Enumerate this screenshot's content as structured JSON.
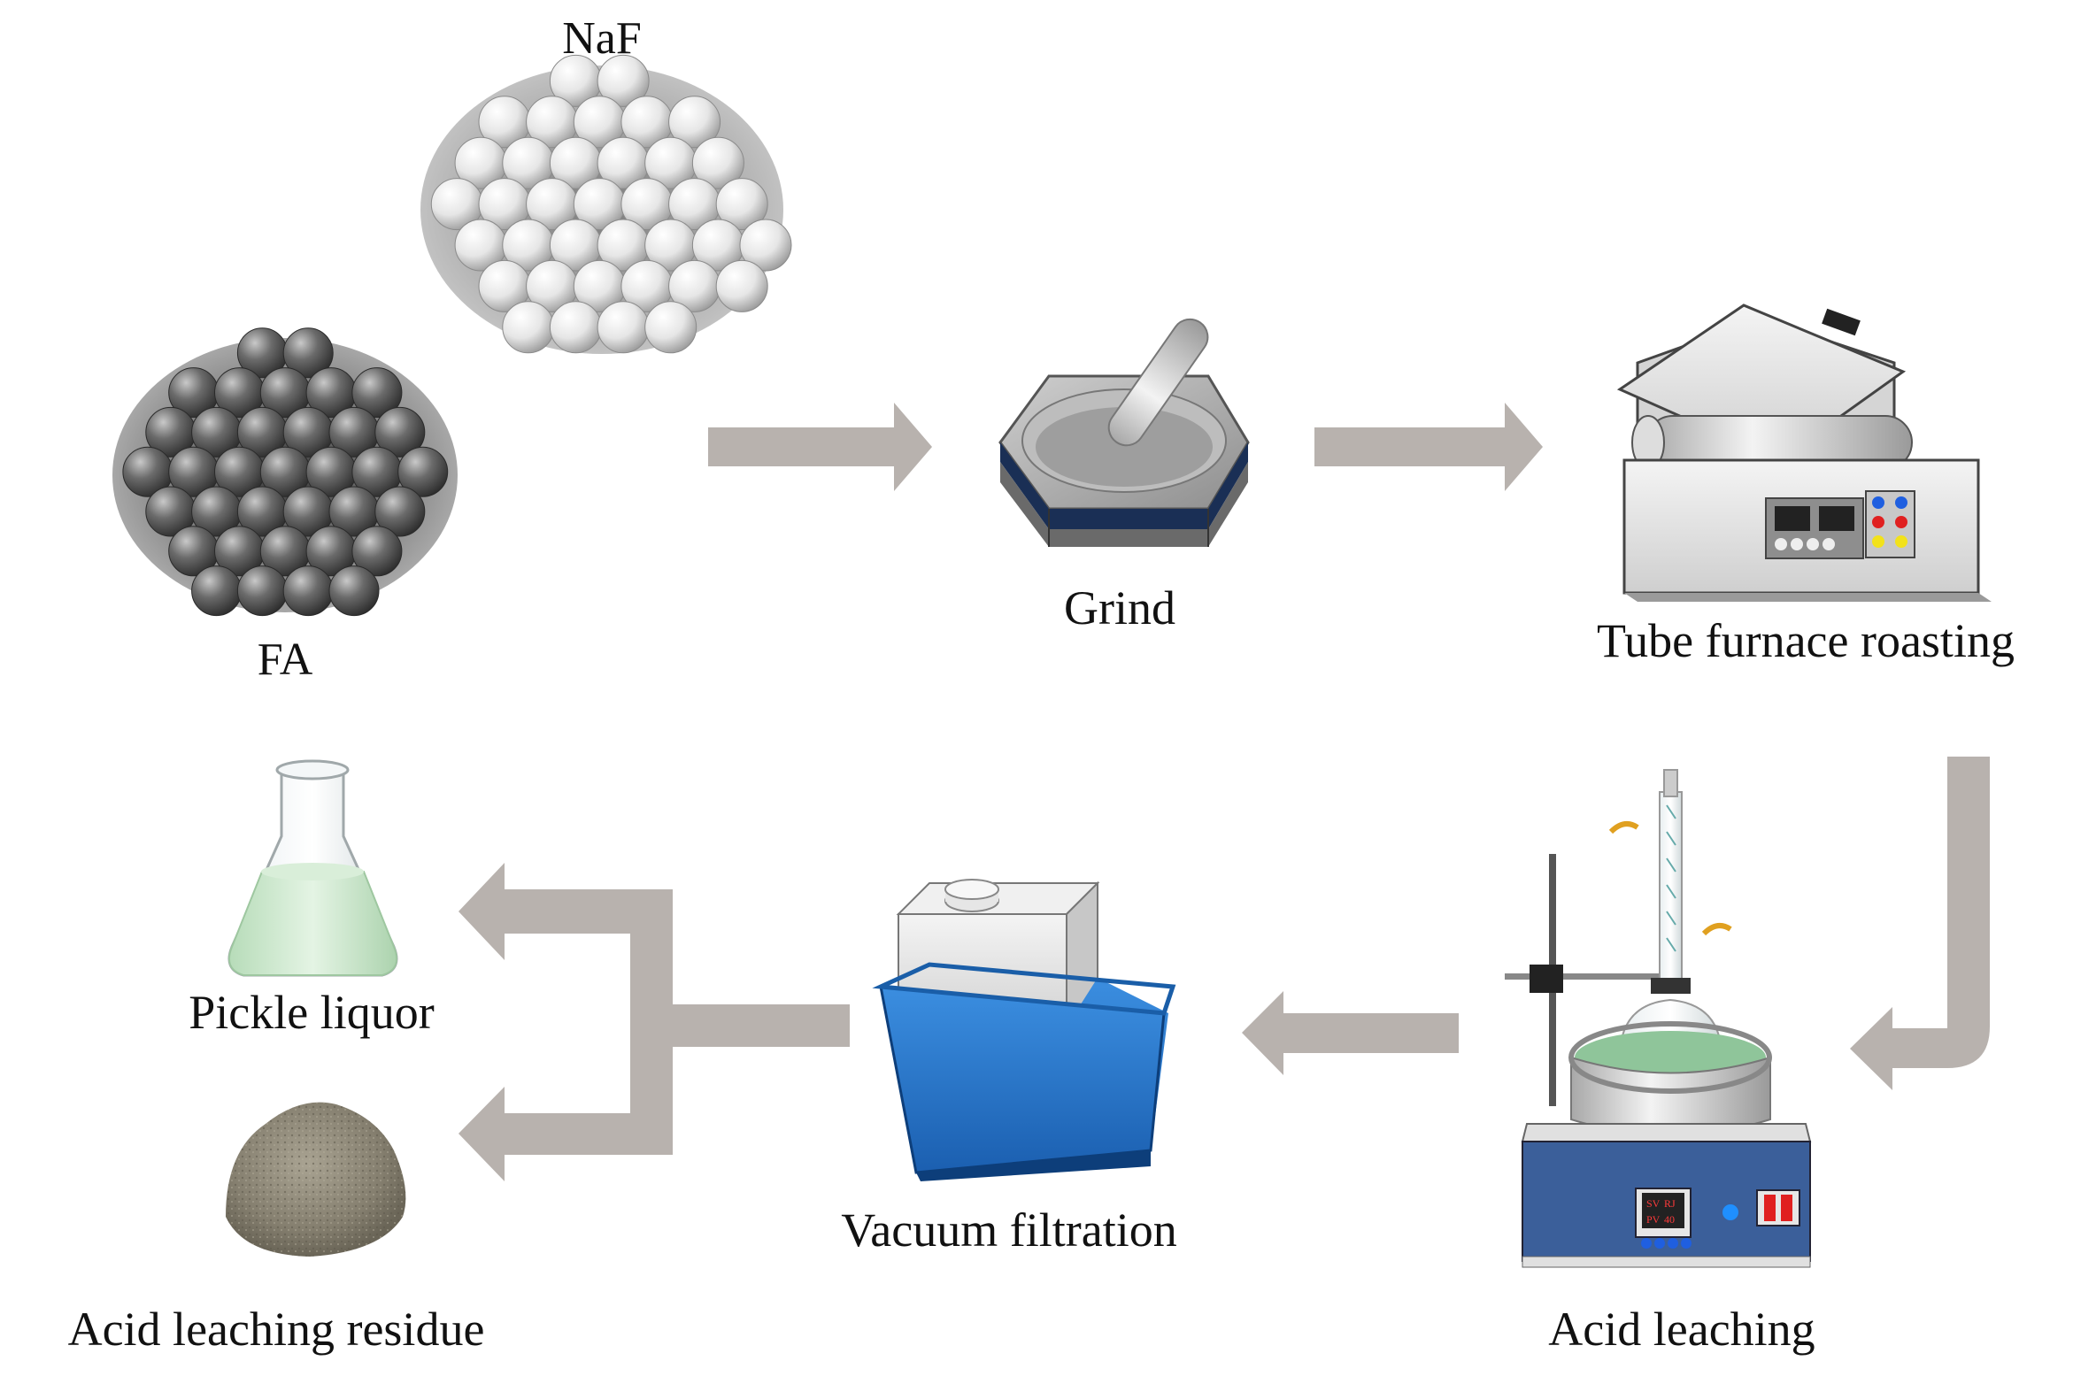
{
  "labels": {
    "naf": "NaF",
    "fa": "FA",
    "grind": "Grind",
    "tube_furnace": "Tube furnace roasting",
    "acid_leaching": "Acid leaching",
    "vacuum_filtration": "Vacuum filtration",
    "pickle_liquor": "Pickle liquor",
    "acid_residue": "Acid leaching residue"
  },
  "heater_display": {
    "sv": "SV",
    "pv": "PV",
    "r1": "RJ",
    "r2": "40"
  },
  "colors": {
    "arrow": "#b8b2ae",
    "naf_sphere": "#f2f2f2",
    "fa_sphere": "#555555",
    "mortar_band": "#1a2f55",
    "furnace_body": "#e8e8e8",
    "heater_base": "#3b5f9a",
    "filtration_basin": "#2a73c9",
    "liquor_green": "#cde8cf",
    "residue_brown": "#8a8474"
  },
  "icons": [
    "naf-particles-icon",
    "fa-particles-icon",
    "mortar-pestle-icon",
    "tube-furnace-icon",
    "heating-mantle-condenser-icon",
    "vacuum-filtration-icon",
    "erlenmeyer-flask-icon",
    "residue-powder-icon"
  ]
}
